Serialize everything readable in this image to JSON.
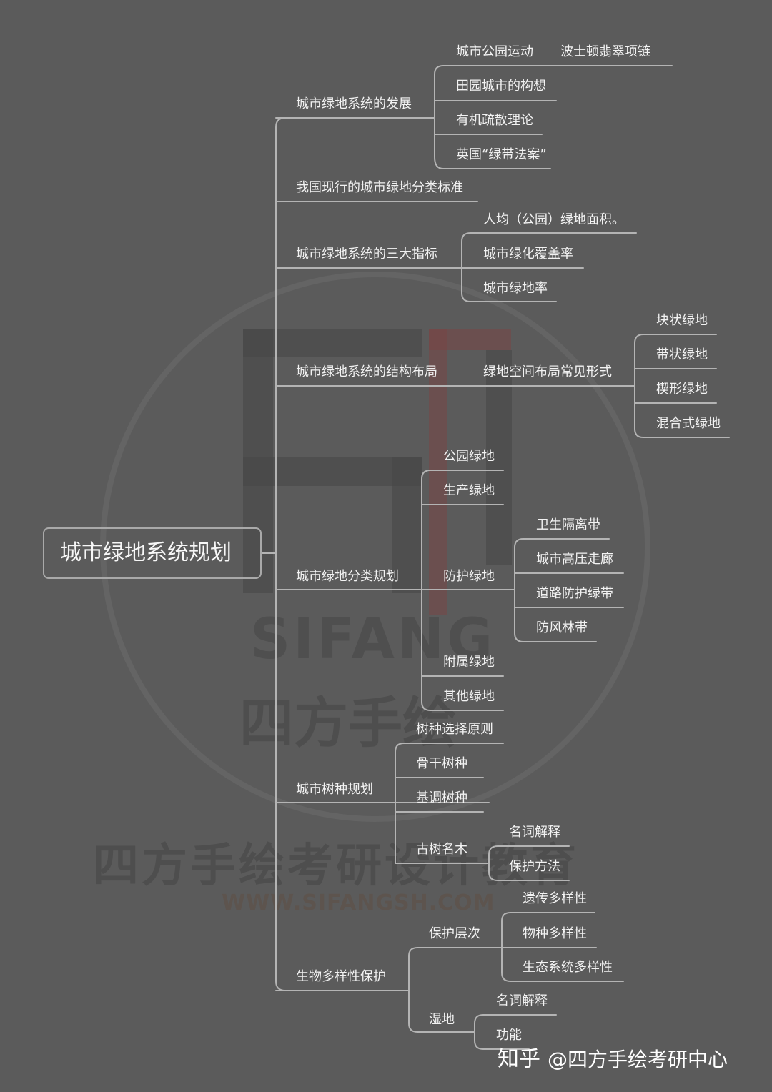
{
  "root": {
    "label": "城市绿地系统规划"
  },
  "branches": {
    "development": {
      "label": "城市绿地系统的发展",
      "children": {
        "park_movement": "城市公园运动",
        "emerald_necklace": "波士顿翡翠项链",
        "garden_city": "田园城市的构想",
        "organic_dispersal": "有机疏散理论",
        "greenbelt_act": "英国“绿带法案”"
      }
    },
    "classification_standard": {
      "label": "我国现行的城市绿地分类标准"
    },
    "three_indicators": {
      "label": "城市绿地系统的三大指标",
      "children": {
        "per_capita": "人均（公园）绿地面积。",
        "coverage": "城市绿化覆盖率",
        "ratio": "城市绿地率"
      }
    },
    "structure_layout": {
      "label": "城市绿地系统的结构布局",
      "sub": "绿地空间布局常见形式",
      "children": {
        "block": "块状绿地",
        "belt": "带状绿地",
        "wedge": "楔形绿地",
        "mixed": "混合式绿地"
      }
    },
    "classification_planning": {
      "label": "城市绿地分类规划",
      "children": {
        "park": "公园绿地",
        "production": "生产绿地",
        "protective": "防护绿地",
        "attached": "附属绿地",
        "other": "其他绿地"
      },
      "protective_children": {
        "sanitary": "卫生隔离带",
        "high_voltage": "城市高压走廊",
        "road": "道路防护绿带",
        "windbreak": "防风林带"
      }
    },
    "tree_planning": {
      "label": "城市树种规划",
      "children": {
        "principle": "树种选择原则",
        "backbone": "骨干树种",
        "base": "基调树种",
        "ancient": "古树名木"
      },
      "ancient_children": {
        "definition": "名词解释",
        "protection": "保护方法"
      }
    },
    "biodiversity": {
      "label": "生物多样性保护",
      "children": {
        "levels": "保护层次",
        "wetland": "湿地"
      },
      "levels_children": {
        "genetic": "遗传多样性",
        "species": "物种多样性",
        "ecosystem": "生态系统多样性"
      },
      "wetland_children": {
        "definition": "名词解释",
        "function": "功能"
      }
    }
  },
  "watermark": {
    "sifang": "SIFANG",
    "logo_cn": "四方手绘",
    "org": "四方手绘考研设计教育",
    "url": "WWW.SIFANGSH.COM"
  },
  "footer": {
    "site": "知乎",
    "handle": "@四方手绘考研中心"
  },
  "colors": {
    "background": "#5b5b5b",
    "line": "#b4b4b4",
    "text": "#f2f2f2"
  }
}
